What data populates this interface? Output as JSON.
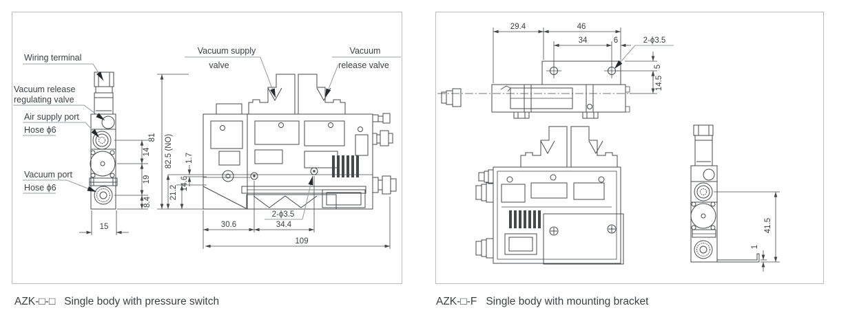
{
  "colors": {
    "line": "#45484b",
    "leader": "#9aa0a4",
    "panel_border": "#b9bdc0",
    "text": "#3c4043"
  },
  "panels": [
    {
      "caption_code": "AZK-□-□",
      "caption_text": "Single body with pressure switch",
      "labels": {
        "wiring_terminal": "Wiring terminal",
        "reg_valve_1": "Vacuum release",
        "reg_valve_2": "regulating valve",
        "air_supply_port": "Air supply port",
        "air_hose": "Hose ϕ6",
        "vacuum_port": "Vacuum port",
        "vac_hose": "Hose ϕ6",
        "supply_valve_1": "Vacuum supply",
        "supply_valve_2": "valve",
        "release_valve_1": "Vacuum",
        "release_valve_2": "release valve"
      },
      "dims": {
        "w15": "15",
        "p14": "14",
        "p19": "19",
        "p84": "8.4",
        "h81": "81",
        "h825": "82.5 (NO)",
        "g17": "1.7",
        "l212": "21.2",
        "l146": "14.6",
        "b306": "30.6",
        "b344": "34.4",
        "b109": "109",
        "holes": "2-ϕ3.5"
      }
    },
    {
      "caption_code": "AZK-□-F",
      "caption_text": "Single body with mounting bracket",
      "dims": {
        "t294": "29.4",
        "t46": "46",
        "t34": "34",
        "t6": "6",
        "holes": "2-ϕ3.5",
        "t5": "5",
        "t145": "14.5",
        "s415": "41.5",
        "s1": "1"
      }
    }
  ]
}
